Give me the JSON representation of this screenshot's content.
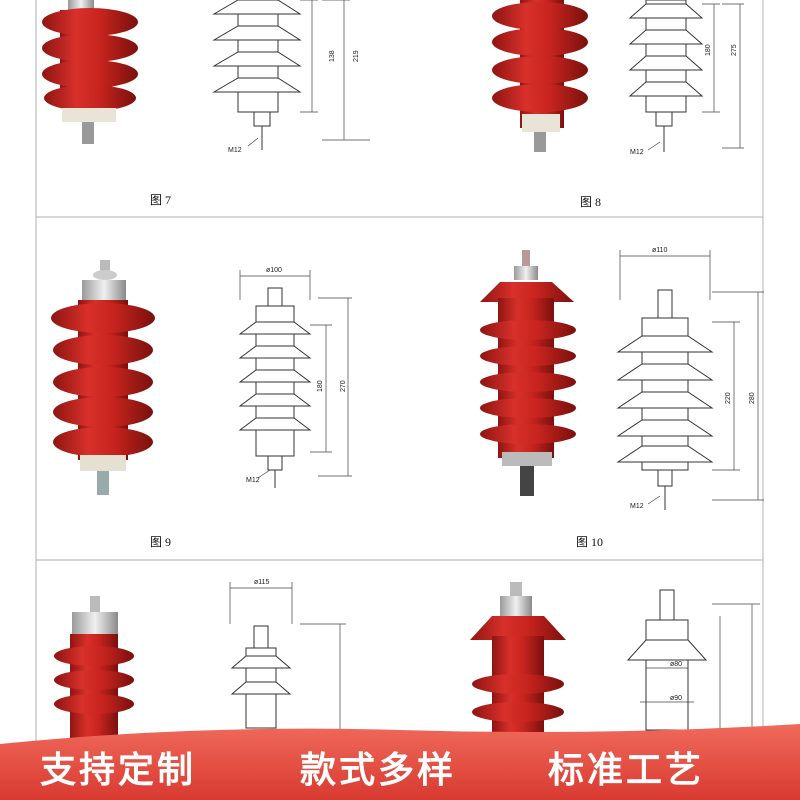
{
  "figures": [
    {
      "label": "图 7",
      "dims": [
        "138",
        "219"
      ],
      "thread": "M12"
    },
    {
      "label": "图 8",
      "dims": [
        "180",
        "275"
      ],
      "thread": "M12"
    },
    {
      "label": "图 9",
      "dims": [
        "ø100",
        "180",
        "270"
      ],
      "thread": "M12"
    },
    {
      "label": "图 10",
      "dims": [
        "ø110",
        "220",
        "280"
      ],
      "thread": "M12"
    },
    {
      "dims": [
        "ø115"
      ]
    },
    {
      "dims": [
        "ø80",
        "ø90"
      ]
    }
  ],
  "banner": {
    "items": [
      "支持定制",
      "款式多样",
      "标准工艺"
    ],
    "color": "#e8453c"
  },
  "colors": {
    "arrester_red": "#c8241f",
    "frame": "#bdbdbd"
  }
}
